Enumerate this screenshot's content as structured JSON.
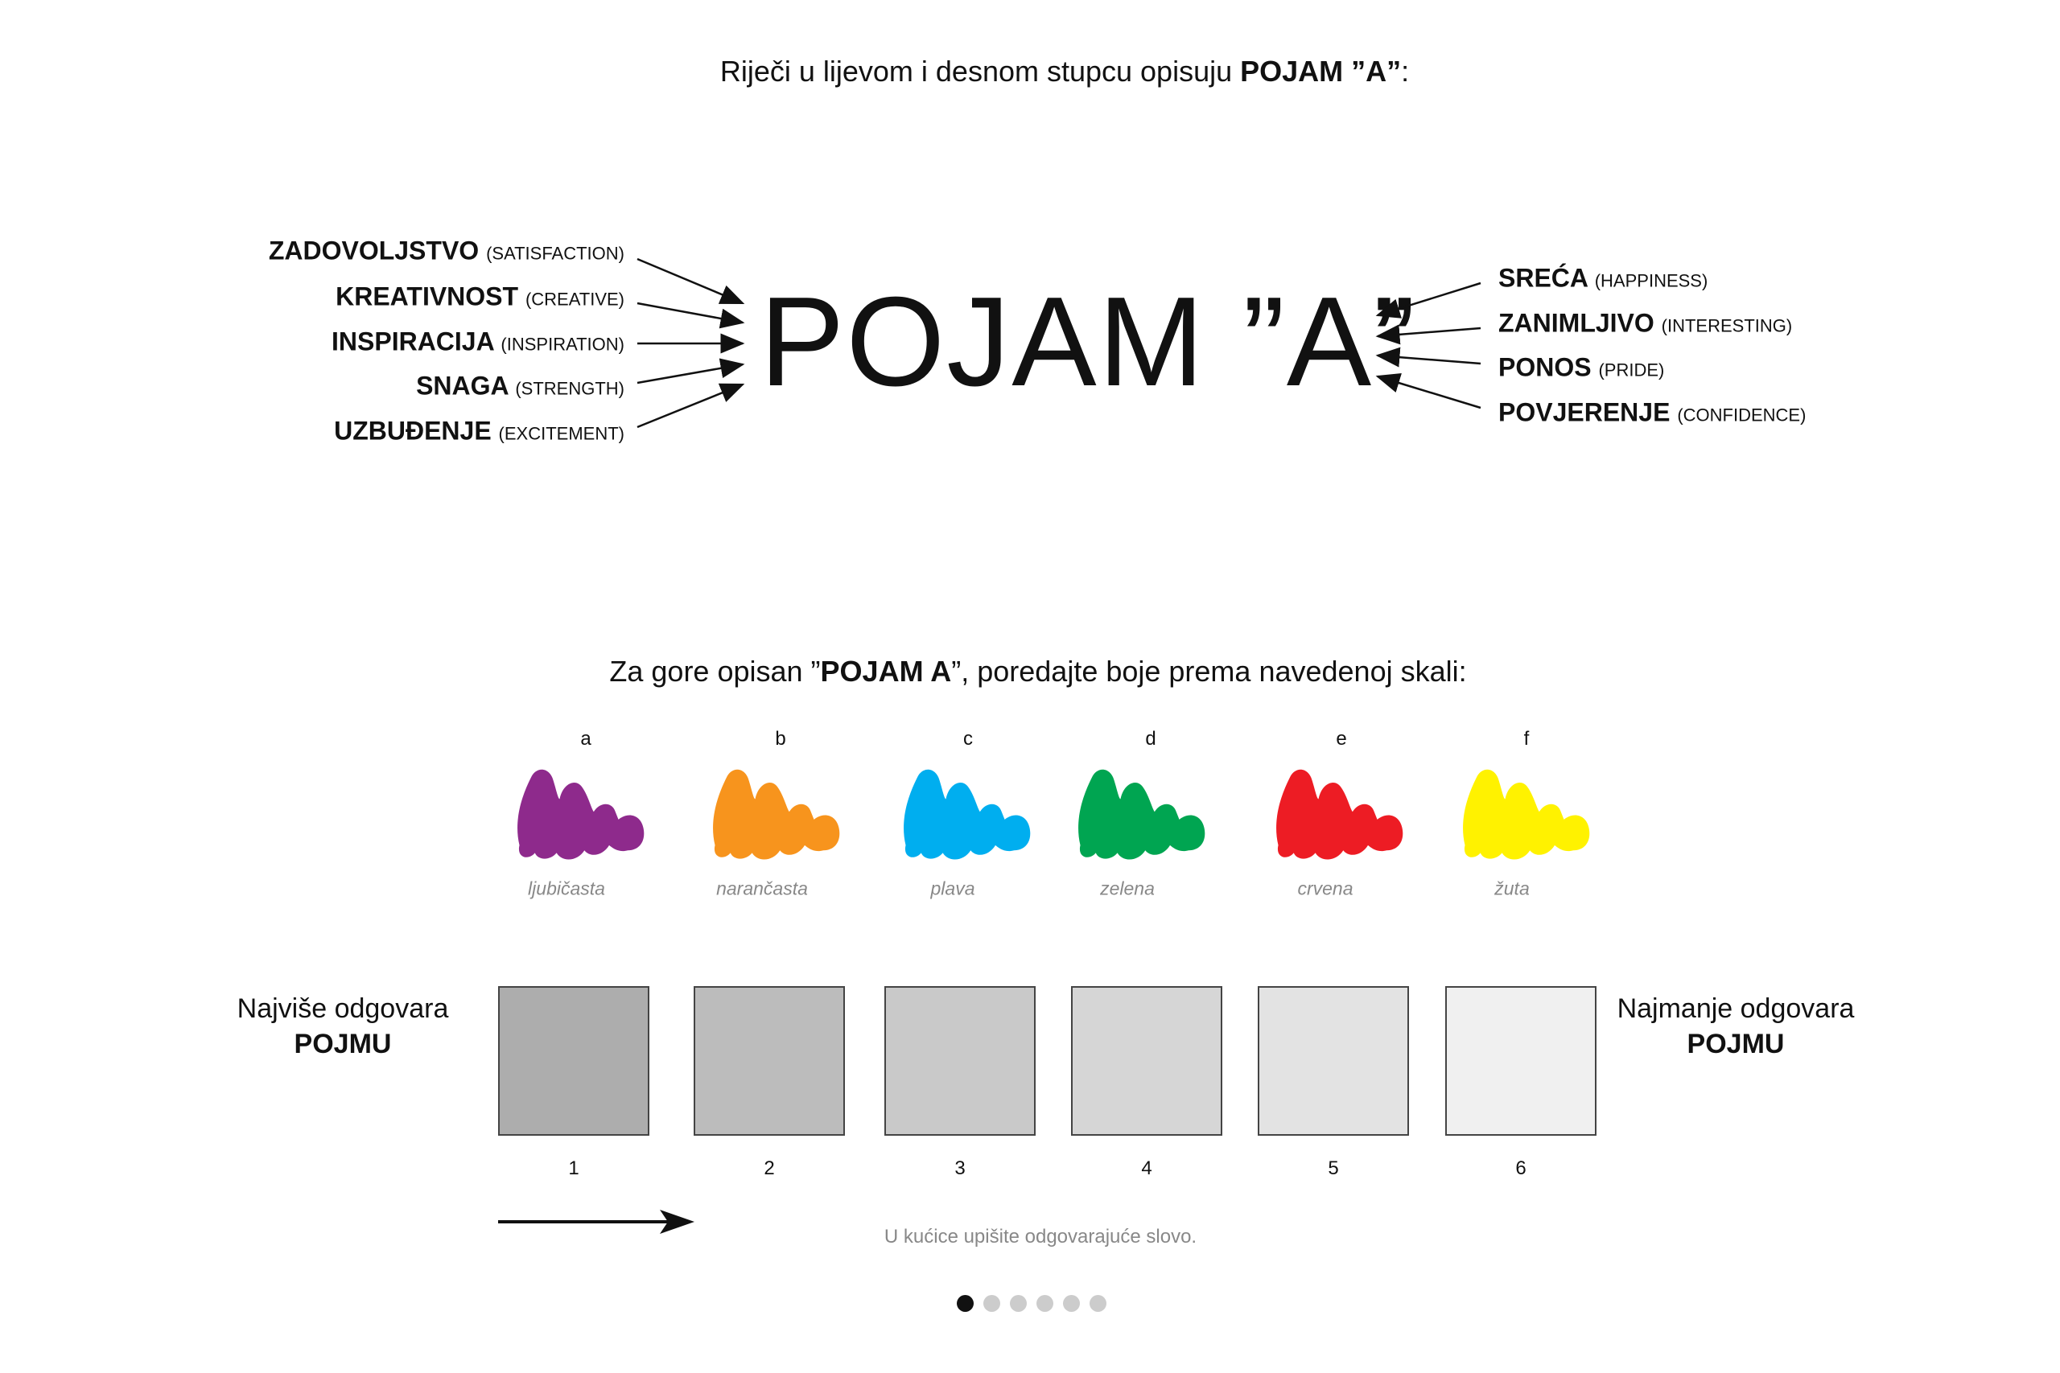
{
  "header": {
    "text": "Riječi u lijevom i desnom stupcu opisuju ",
    "bold": "POJAM ”A”",
    "suffix": ":"
  },
  "concept": "POJAM ”A”",
  "left_words": [
    {
      "word": "ZADOVOLJSTVO",
      "translation": "(SATISFACTION)"
    },
    {
      "word": "KREATIVNOST",
      "translation": "(CREATIVE)"
    },
    {
      "word": "INSPIRACIJA",
      "translation": "(INSPIRATION)"
    },
    {
      "word": "SNAGA",
      "translation": "(STRENGTH)"
    },
    {
      "word": "UZBUĐENJE",
      "translation": "(EXCITEMENT)"
    }
  ],
  "right_words": [
    {
      "word": "SREĆA",
      "translation": "(HAPPINESS)"
    },
    {
      "word": "ZANIMLJIVO",
      "translation": "(INTERESTING)"
    },
    {
      "word": "PONOS",
      "translation": "(PRIDE)"
    },
    {
      "word": "POVJERENJE",
      "translation": "(CONFIDENCE)"
    }
  ],
  "instruction": {
    "prefix": "Za gore opisan ”",
    "bold": "POJAM A",
    "suffix": "”, poredajte boje prema navedenoj skali:"
  },
  "colors": [
    {
      "letter": "a",
      "name": "ljubičasta",
      "hex": "#8e2a8c"
    },
    {
      "letter": "b",
      "name": "narančasta",
      "hex": "#f7941d"
    },
    {
      "letter": "c",
      "name": "plava",
      "hex": "#00aeef"
    },
    {
      "letter": "d",
      "name": "zelena",
      "hex": "#00a551"
    },
    {
      "letter": "e",
      "name": "crvena",
      "hex": "#ed1c24"
    },
    {
      "letter": "f",
      "name": "žuta",
      "hex": "#fff200"
    }
  ],
  "scale": {
    "left_label": "Najviše odgovara",
    "left_bold": "POJMU",
    "right_label": "Najmanje odgovara",
    "right_bold": "POJMU",
    "boxes": [
      {
        "number": "1",
        "fill": "#adadad"
      },
      {
        "number": "2",
        "fill": "#bcbcbc"
      },
      {
        "number": "3",
        "fill": "#c9c9c9"
      },
      {
        "number": "4",
        "fill": "#d6d6d6"
      },
      {
        "number": "5",
        "fill": "#e3e3e3"
      },
      {
        "number": "6",
        "fill": "#f0f0f0"
      }
    ]
  },
  "hint": "U kućice upišite odgovarajuće slovo.",
  "pagination": {
    "total": 6,
    "current": 1
  }
}
